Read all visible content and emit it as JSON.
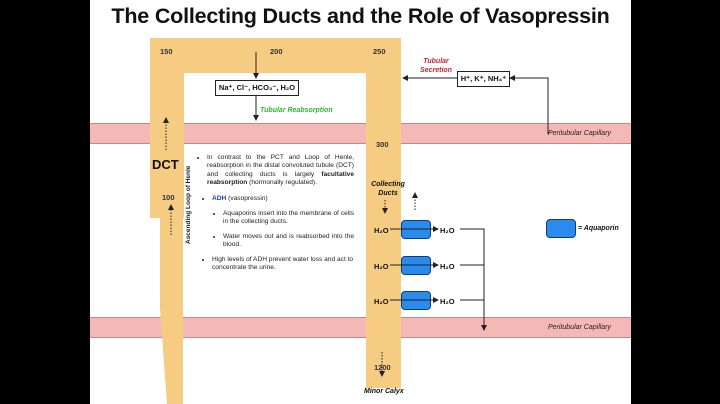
{
  "title": "The Collecting Ducts and the Role of Vasopressin",
  "numbers": {
    "n150": "150",
    "n200": "200",
    "n250": "250",
    "n300": "300",
    "n100": "100",
    "n1200": "1200"
  },
  "labels": {
    "dct": "DCT",
    "ascending_loop": "Ascending Loop of Henle",
    "ions_box": "Na⁺, Cl⁻, HCO₃⁻, H₂O",
    "tubular_reabsorption": "Tubular Reabsorption",
    "tubular_secretion": "Tubular Secretion",
    "secretion_box": "H⁺, K⁺, NH₄⁺",
    "peritubular_capillary": "Peritubular Capillary",
    "collecting_ducts": "Collecting Ducts",
    "minor_calyx": "Minor Calyx",
    "h2o": "H₂O",
    "aquaporin_legend": "= Aquaporin"
  },
  "text": {
    "b1_pre": "In contrast to the PCT and Loop of Henle, reabsorption in the distal convoluted tubule (DCT) and collecting ducts is largely ",
    "b1_bold": "facultative reabsorption",
    "b1_post": " (hormonally regulated).",
    "adh": "ADH",
    "adh_paren": " (vasopressin)",
    "b2": "Aquaporins insert into the membrane of cells in the collecting ducts.",
    "b3": "Water moves out and is reabsorbed into the blood.",
    "b4": "High levels of ADH prevent water loss and act to concentrate the urine."
  },
  "colors": {
    "tubule": "#f5cc82",
    "capillary": "#f4b9b7",
    "aquaporin": "#2a8bef",
    "secretion_label": "#c0272d",
    "reabsorption_label": "#2fb52f",
    "adh": "#1f3fa0"
  }
}
